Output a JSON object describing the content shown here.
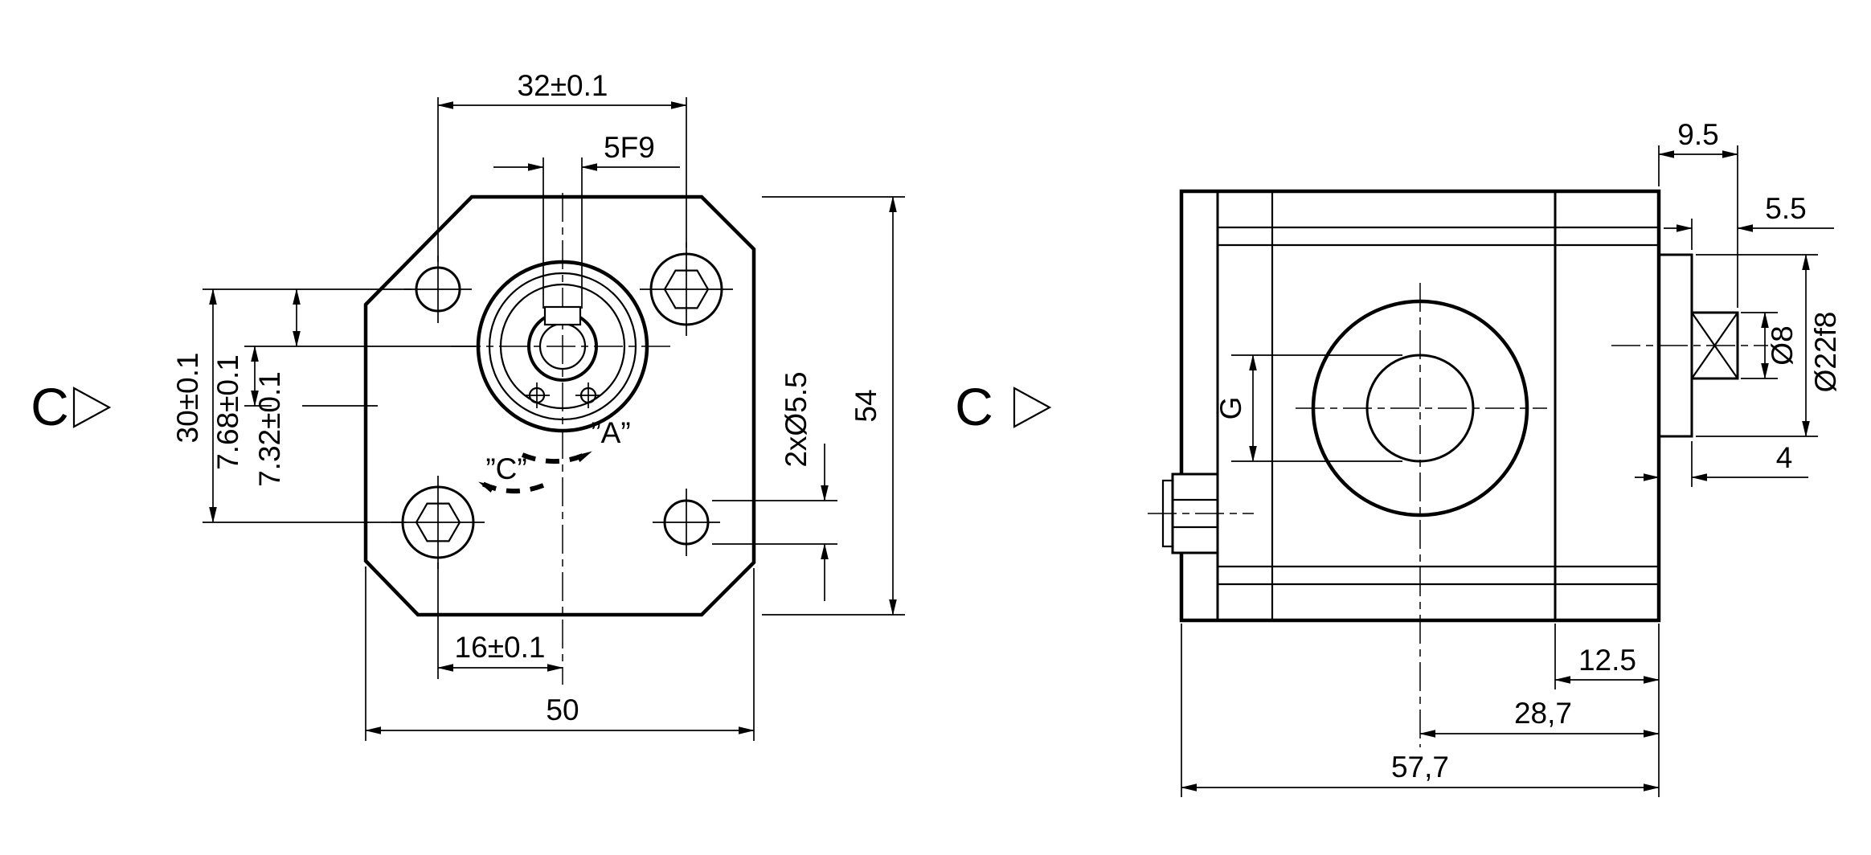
{
  "colors": {
    "ink": "#000000",
    "background": "#ffffff"
  },
  "front_view": {
    "view_ref_label": "C",
    "dim_bolt_span_h": "32±0.1",
    "dim_keyway": "5F9",
    "dim_flange_height": "54",
    "dim_bolt_span_v": "30±0.1",
    "dim_center_offset_lower": "7.68±0.1",
    "dim_center_offset_upper": "7.32±0.1",
    "dim_holes": "2xØ5.5",
    "label_a": "”A”",
    "label_c": "”C”",
    "dim_shaft_to_hole": "16±0.1",
    "dim_flange_width": "50"
  },
  "side_view": {
    "view_ref_label": "C",
    "dim_shaft_protrusion": "9.5",
    "dim_key_length": "5.5",
    "dim_shaft_diameter": "Ø8",
    "dim_spigot_diameter": "Ø22f8",
    "dim_spigot_length": "4",
    "dim_port_thread": "G",
    "dim_rear_cover": "12.5",
    "dim_port_to_face": "28,7",
    "dim_total_length": "57,7"
  }
}
